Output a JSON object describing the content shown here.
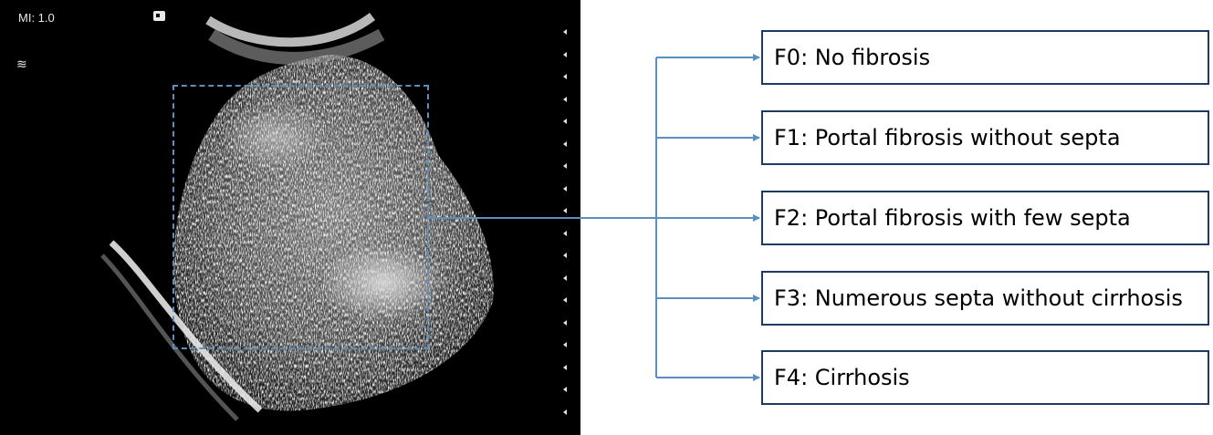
{
  "ultrasound": {
    "mi_label": "MI: 1.0",
    "probe_icon": "≋",
    "orientation_marker": "orientation-marker-icon",
    "depth_marker_count": 18
  },
  "colors": {
    "roi_box": "#5b8fbf",
    "connector": "#5b8fbf",
    "stage_box_border": "#1f3864"
  },
  "stages": [
    {
      "label": "F0: No fibrosis"
    },
    {
      "label": "F1: Portal fibrosis without septa"
    },
    {
      "label": "F2: Portal fibrosis with few septa"
    },
    {
      "label": "F3: Numerous septa without cirrhosis"
    },
    {
      "label": "F4: Cirrhosis"
    }
  ]
}
